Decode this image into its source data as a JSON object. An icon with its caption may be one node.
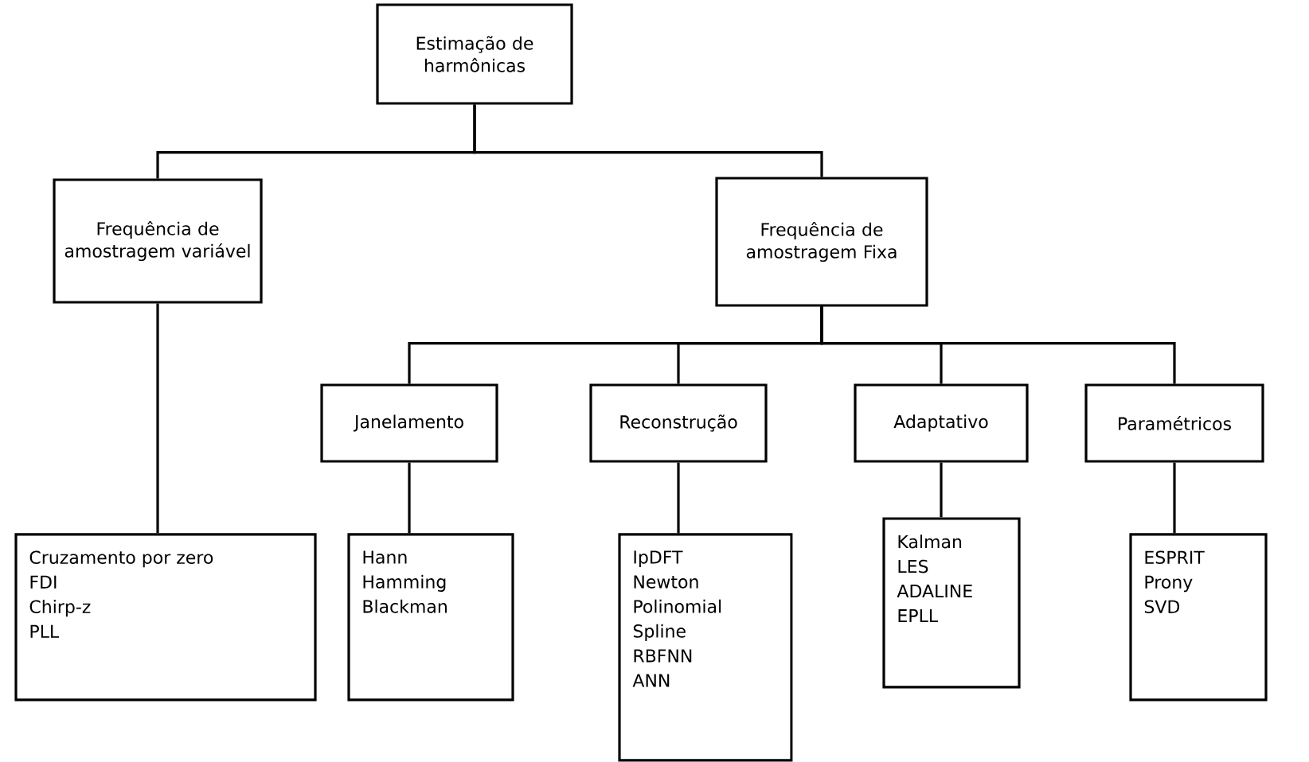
{
  "diagram": {
    "nodes": [
      {
        "text": [
          "Estimação de harmônicas"
        ]
      },
      {
        "text": [
          "Frequência de amostragem variável"
        ]
      },
      {
        "text": [
          "Frequência de amostragem Fixa"
        ]
      },
      {
        "text": [
          "Janelamento"
        ]
      },
      {
        "text": [
          "Reconstrução"
        ]
      },
      {
        "text": [
          "Adaptativo"
        ]
      },
      {
        "text": [
          "Paramétricos"
        ]
      },
      {
        "text": [
          "Cruzamento por zero",
          "FDI",
          "Chirp-z",
          "PLL"
        ]
      },
      {
        "text": [
          "Hann",
          "Hamming",
          "Blackman"
        ]
      },
      {
        "text": [
          "IpDFT",
          "Newton",
          "Polinomial",
          "Spline",
          "RBFNN",
          "ANN"
        ]
      },
      {
        "text": [
          "Kalman",
          "LES",
          "ADALINE",
          "EPLL"
        ]
      },
      {
        "text": [
          "ESPRIT",
          "Prony",
          "SVD"
        ]
      }
    ],
    "edges": [
      {
        "from": 0,
        "to": 1,
        "arrow": "none"
      },
      {
        "from": 0,
        "to": 2,
        "arrow": "none"
      },
      {
        "from": 1,
        "to": 7,
        "arrow": "none"
      },
      {
        "from": 2,
        "to": 3,
        "arrow": "none"
      },
      {
        "from": 2,
        "to": 4,
        "arrow": "none"
      },
      {
        "from": 2,
        "to": 5,
        "arrow": "none"
      },
      {
        "from": 2,
        "to": 6,
        "arrow": "none"
      },
      {
        "from": 3,
        "to": 8,
        "arrow": "none"
      },
      {
        "from": 4,
        "to": 9,
        "arrow": "none"
      },
      {
        "from": 5,
        "to": 10,
        "arrow": "none"
      },
      {
        "from": 6,
        "to": 11,
        "arrow": "none"
      }
    ]
  }
}
